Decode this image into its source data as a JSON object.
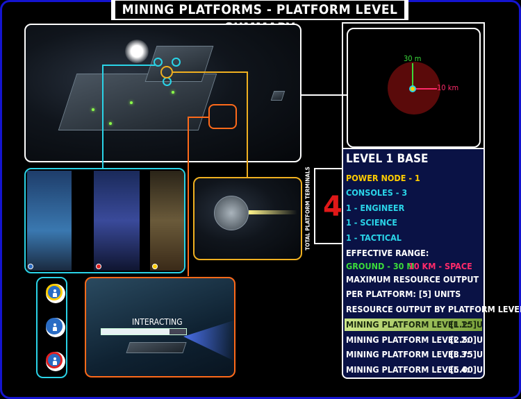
{
  "title": "MINING PLATFORMS - PLATFORM LEVEL SUMMARY",
  "minimap": {
    "ground_range": "30 m",
    "space_range": "10 km",
    "colors": {
      "ground": "#3ad93a",
      "space": "#ff2a6a",
      "range_fill": "#5a0a0a"
    }
  },
  "terminals": {
    "side_label": "TOTAL PLATFORM TERMINALS",
    "count": "4"
  },
  "info": {
    "heading": "LEVEL 1 BASE",
    "power_node": "POWER NODE - 1",
    "consoles": "CONSOLES - 3",
    "engineer": "1 - ENGINEER",
    "science": "1 - SCIENCE",
    "tactical": "1 - TACTICAL",
    "effective_range_label": "EFFECTIVE RANGE:",
    "ground_range": "GROUND - 30 M",
    "space_range": "10 KM - SPACE",
    "max_output_line1": "MAXIMUM RESOURCE OUTPUT",
    "max_output_line2": "PER PLATFORM: [5] UNITS",
    "output_by_level": "RESOURCE OUTPUT BY PLATFORM LEVEL:",
    "levels": [
      {
        "label": "MINING PLATFORM LEVEL 1:",
        "value": "[1.25]U"
      },
      {
        "label": "MINING PLATFORM LEVEL 2:",
        "value": "[2.50]U"
      },
      {
        "label": "MINING PLATFORM LEVEL 3:",
        "value": "[3.75]U"
      },
      {
        "label": "MINING PLATFORM LEVEL 4:",
        "value": "[5.00]U"
      }
    ],
    "colors": {
      "power_node": "#ffcc00",
      "consoles": "#2ad4e8",
      "ground": "#3ad93a",
      "space": "#ff2a6a",
      "text": "#ffffff",
      "highlight": "#cfe88a"
    }
  },
  "interacting_panel": {
    "status_text": "INTERACTING",
    "progress": 0.8
  },
  "console_markers": {
    "colors": [
      "#ffcc00",
      "#2a6cc4",
      "#e02020"
    ]
  },
  "accent_colors": {
    "cyan": "#2ad4e8",
    "orange": "#ff6a1a",
    "yellow": "#f0b020",
    "frame": "#1414d0"
  }
}
